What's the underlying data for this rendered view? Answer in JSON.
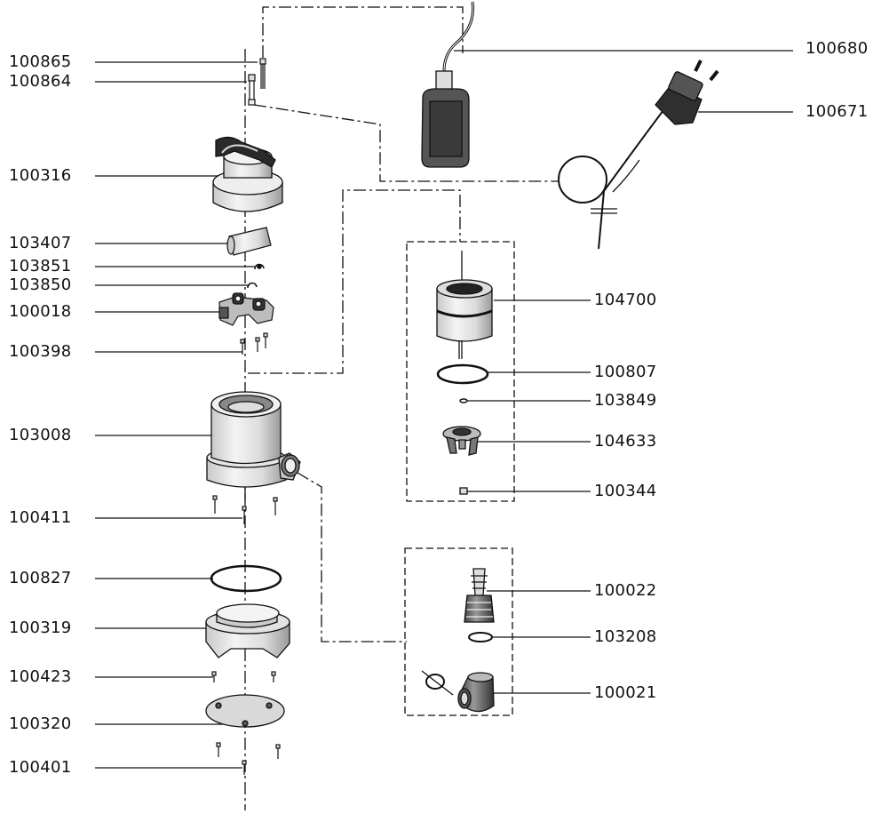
{
  "diagram": {
    "left_labels": [
      {
        "id": "l1",
        "text": "100865"
      },
      {
        "id": "l2",
        "text": "100864"
      },
      {
        "id": "l3",
        "text": "100316"
      },
      {
        "id": "l4",
        "text": "103407"
      },
      {
        "id": "l5",
        "text": "103851"
      },
      {
        "id": "l6",
        "text": "103850"
      },
      {
        "id": "l7",
        "text": "100018"
      },
      {
        "id": "l8",
        "text": "100398"
      },
      {
        "id": "l9",
        "text": "103008"
      },
      {
        "id": "l10",
        "text": "100411"
      },
      {
        "id": "l11",
        "text": "100827"
      },
      {
        "id": "l12",
        "text": "100319"
      },
      {
        "id": "l13",
        "text": "100423"
      },
      {
        "id": "l14",
        "text": "100320"
      },
      {
        "id": "l15",
        "text": "100401"
      }
    ],
    "right_labels": [
      {
        "id": "r1",
        "text": "100680"
      },
      {
        "id": "r2",
        "text": "100671"
      },
      {
        "id": "r3",
        "text": "104700"
      },
      {
        "id": "r4",
        "text": "100807"
      },
      {
        "id": "r5",
        "text": "103849"
      },
      {
        "id": "r6",
        "text": "104633"
      },
      {
        "id": "r7",
        "text": "100344"
      },
      {
        "id": "r8",
        "text": "100022"
      },
      {
        "id": "r9",
        "text": "103208"
      },
      {
        "id": "r10",
        "text": "100021"
      }
    ],
    "line_color": "#111111"
  }
}
